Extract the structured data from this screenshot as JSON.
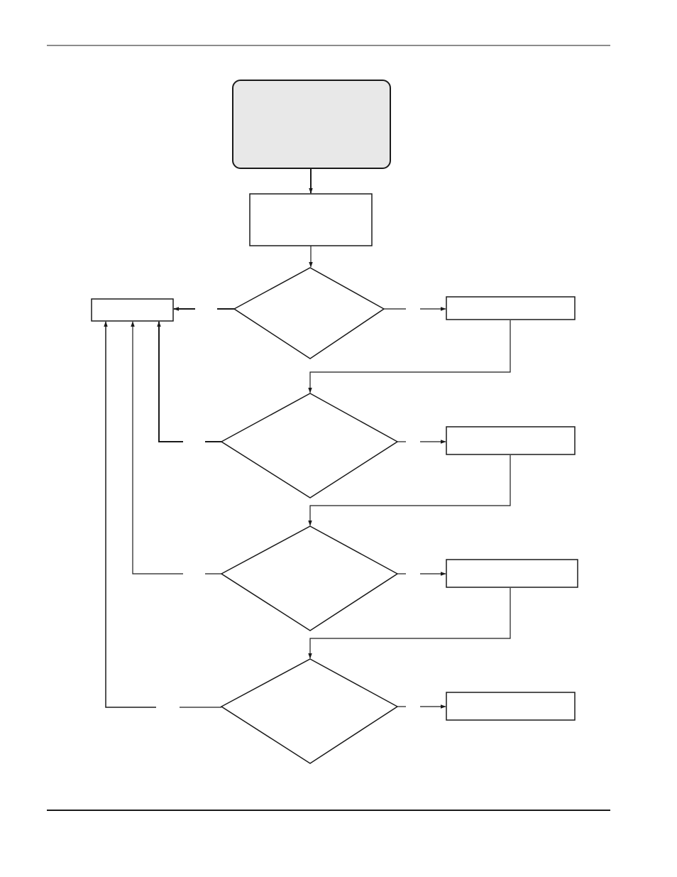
{
  "diagram": {
    "type": "flowchart",
    "nodes": [
      {
        "id": "start",
        "shape": "rounded-rect",
        "text": ""
      },
      {
        "id": "process-1",
        "shape": "rect",
        "text": ""
      },
      {
        "id": "decision-1",
        "shape": "diamond",
        "text": ""
      },
      {
        "id": "left-result",
        "shape": "rect",
        "text": ""
      },
      {
        "id": "right-result-1",
        "shape": "rect",
        "text": ""
      },
      {
        "id": "decision-2",
        "shape": "diamond",
        "text": ""
      },
      {
        "id": "right-result-2",
        "shape": "rect",
        "text": ""
      },
      {
        "id": "decision-3",
        "shape": "diamond",
        "text": ""
      },
      {
        "id": "right-result-3",
        "shape": "rect",
        "text": ""
      },
      {
        "id": "decision-4",
        "shape": "diamond",
        "text": ""
      },
      {
        "id": "right-result-4",
        "shape": "rect",
        "text": ""
      }
    ],
    "colors": {
      "start_fill": "#e8e8e8",
      "stroke": "#1a1a1a",
      "rule": "#1a1a1a"
    }
  }
}
